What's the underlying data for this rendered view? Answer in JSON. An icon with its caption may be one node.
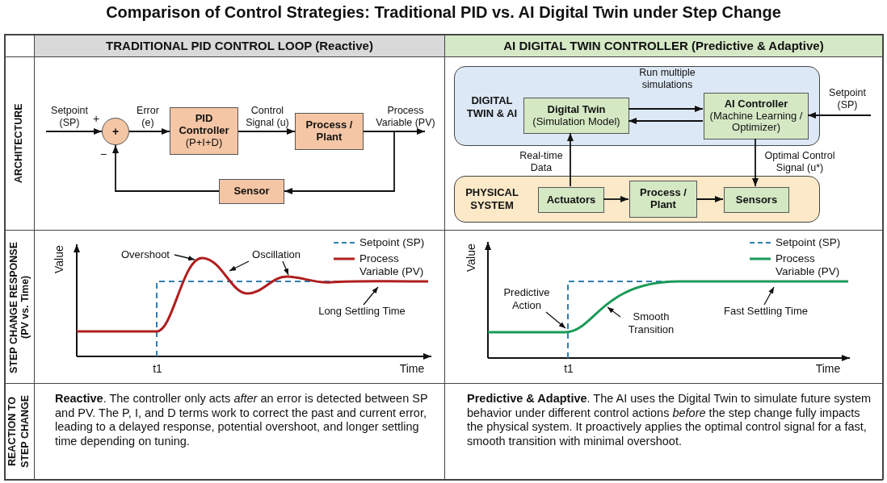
{
  "diagram": {
    "title": "Comparison of Control Strategies: Traditional PID vs. AI Digital Twin under Step Change",
    "nodes": [
      {
        "text": [
          "+"
        ]
      },
      {
        "text": [
          "PID Controller",
          "(P+I+D)"
        ]
      },
      {
        "text": [
          "Process / Plant"
        ]
      },
      {
        "text": [
          "Sensor"
        ]
      },
      {
        "text": [
          "DIGITAL TWIN & AI"
        ]
      },
      {
        "text": [
          "Digital Twin",
          "(Simulation Model)"
        ],
        "in": 4
      },
      {
        "text": [
          "AI Controller",
          "(Machine Learning / Optimizer)"
        ],
        "in": 4
      },
      {
        "text": [
          "PHYSICAL SYSTEM"
        ]
      },
      {
        "text": [
          "Actuators"
        ],
        "in": 7
      },
      {
        "text": [
          "Process / Plant"
        ],
        "in": 7
      },
      {
        "text": [
          "Sensors"
        ],
        "in": 7
      },
      {
        "text": [
          "Overshoot"
        ]
      },
      {
        "text": [
          "Oscillation"
        ]
      },
      {
        "text": [
          "Long Settling Time"
        ]
      },
      {
        "text": [
          "Predictive Action"
        ]
      },
      {
        "text": [
          "Smooth Transition"
        ]
      },
      {
        "text": [
          "Fast Settling Time"
        ]
      }
    ],
    "edges": [
      {
        "from": null,
        "to": 0,
        "arrow": "to",
        "label": "Setpoint (SP)"
      },
      {
        "from": 0,
        "to": 1,
        "arrow": "to",
        "label": "Error (e)"
      },
      {
        "from": 1,
        "to": 2,
        "arrow": "to",
        "label": "Control Signal (u)"
      },
      {
        "from": 2,
        "to": null,
        "arrow": "to",
        "label": "Process Variable (PV)"
      },
      {
        "from": 2,
        "to": 3,
        "arrow": "to"
      },
      {
        "from": 3,
        "to": 0,
        "arrow": "to"
      },
      {
        "from": 5,
        "to": 6,
        "arrow": "to",
        "label": "Run multiple simulations"
      },
      {
        "from": 6,
        "to": 5,
        "arrow": "to"
      },
      {
        "from": null,
        "to": 6,
        "arrow": "to",
        "label": "Setpoint (SP)"
      },
      {
        "from": 8,
        "to": 5,
        "arrow": "to",
        "label": "Real-time Data"
      },
      {
        "from": 6,
        "to": 10,
        "arrow": "to",
        "label": "Optimal Control Signal (u*)"
      },
      {
        "from": 8,
        "to": 9,
        "arrow": "to"
      },
      {
        "from": 9,
        "to": 10,
        "arrow": "to"
      },
      {
        "from": 11,
        "to": null,
        "arrow": "to"
      },
      {
        "from": 12,
        "to": null,
        "arrow": "to"
      },
      {
        "from": 12,
        "to": null,
        "arrow": "to"
      },
      {
        "from": 13,
        "to": null,
        "arrow": "to"
      },
      {
        "from": 14,
        "to": null,
        "arrow": "to"
      },
      {
        "from": 15,
        "to": null,
        "arrow": "to"
      },
      {
        "from": 16,
        "to": null,
        "arrow": "to"
      }
    ],
    "labels": [
      "TRADITIONAL PID CONTROL LOOP (Reactive)",
      "AI DIGITAL TWIN CONTROLLER (Predictive & Adaptive)",
      "ARCHITECTURE",
      "+",
      "−",
      "Value",
      "t1",
      "Time",
      "Value",
      "t1",
      "Time",
      "STEP CHANGE RESPONSE",
      "(PV vs. Time)",
      "REACTION TO STEP CHANGE",
      "**Reactive**. The controller only acts *after* an error is detected between SP and PV. The P, I, and D terms work to correct the past and current error, leading to a delayed response, potential overshoot, and longer settling time depending on tuning.",
      "**Predictive & Adaptive**. The AI uses the Digital Twin to simulate future system behavior under different control actions *before* the step change fully impacts the physical system. It proactively applies the optimal control signal for a fast, smooth transition with minimal overshoot."
    ],
    "legend": [
      {
        "text": "Setpoint (SP)"
      },
      {
        "text": "Process Variable (PV)"
      },
      {
        "text": "Setpoint (SP)"
      },
      {
        "text": "Process Variable (PV)"
      }
    ]
  }
}
